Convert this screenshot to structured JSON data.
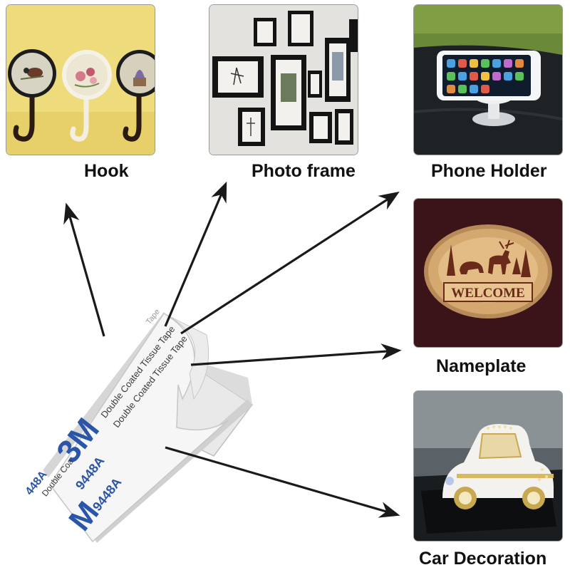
{
  "uses": [
    {
      "id": "hook",
      "label": "Hook"
    },
    {
      "id": "photo-frame",
      "label": "Photo frame"
    },
    {
      "id": "phone-holder",
      "label": "Phone Holder"
    },
    {
      "id": "nameplate",
      "label": "Nameplate"
    },
    {
      "id": "car-decoration",
      "label": "Car Decoration"
    }
  ],
  "tape": {
    "brand": "3M",
    "model": "9448A",
    "description": "Double Coated Tissue Tape",
    "partial_model": "448A",
    "partial_brand": "M",
    "partial_description": "Double Coa",
    "back_text": "Tape"
  },
  "nameplate_sign": "WELCOME",
  "colors": {
    "arrow": "#1a1a1a",
    "caption": "#111111",
    "tape_print": "#2a55a8",
    "nameplate_background": "#3a1418",
    "nameplate_wood": "#d4a86e",
    "nameplate_burn": "#6a2a1a",
    "hook_wall": "#eedc7c"
  }
}
